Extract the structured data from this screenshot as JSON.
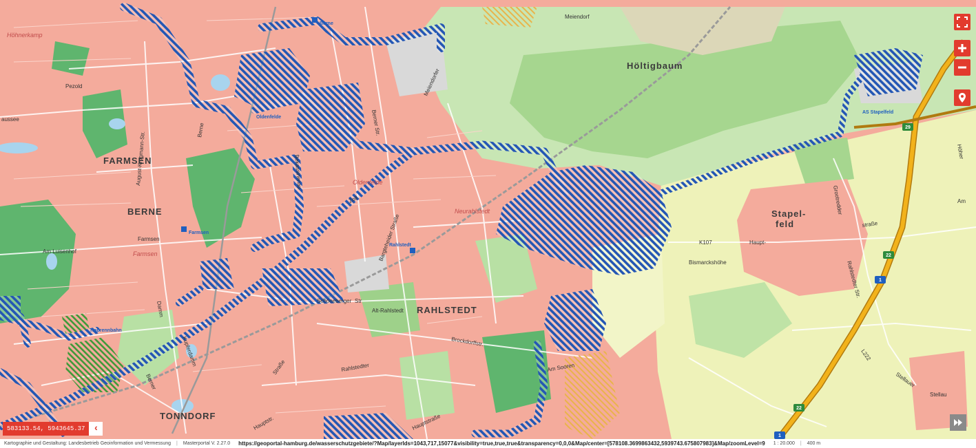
{
  "map": {
    "districts": [
      "FARMSEN",
      "BERNE",
      "RAHLSTEDT",
      "TONNDORF"
    ],
    "places": [
      "Höltigbaum",
      "Stapel-",
      "feld",
      "Bismarckshöhe",
      "Stellau",
      "Meiendorf",
      "Oldenfelde",
      "Neurahlstedt",
      "Farmsen",
      "Höhnerkamp",
      "Alt-Rahlstedt"
    ],
    "streets": [
      "Pezold",
      "aussee",
      "August-Krogmann-Str.",
      "Berne",
      "Am Luisenhof",
      "Berner",
      "Damm",
      "Kupferdamm",
      "Berner Str.",
      "Meiendorfer",
      "Bekassinenau",
      "Zoll",
      "Bargteheider Straße",
      "Straße",
      "Schöneberger",
      "Str",
      "Brockdorffstr.",
      "Rahlstedter",
      "Am Sooren",
      "Hauptstr.",
      "Hauptstraße",
      "K107",
      "Haupt-",
      "straße",
      "Grootredder",
      "Rahlstedter Str.",
      "L222",
      "Stellauer",
      "Höher",
      "Am",
      "Farmsen"
    ],
    "stations": [
      "Berne",
      "Oldenfelde",
      "Farmsen",
      "Rahlstedt",
      "Trabrennbahn",
      "AS Stapelfeld"
    ],
    "road_numbers": [
      "22",
      "1",
      "22",
      "1",
      "29"
    ]
  },
  "controls": {
    "fullscreen": "fullscreen-icon",
    "zoom_in": "plus-icon",
    "zoom_out": "minus-icon",
    "locate": "location-pin-icon",
    "forward": "double-chevron-right-icon"
  },
  "coordinates": "583133.54, 5943645.37",
  "footer": {
    "attribution": "Kartographie und Gestaltung: Landesbetrieb Geoinformation und Vermessung",
    "version": "Masterportal V. 2.27.0",
    "url": "https://geoportal-hamburg.de/wasserschutzgebiete/?Map/layerIds=1043,717,15077&visibility=true,true,true&transparency=0,0,0&Map/center=[578108.3699863432,5939743.675807983]&Map/zoomLevel=9",
    "scale": "1 : 20.000",
    "distance": "400 m"
  },
  "colors": {
    "urban": "#f4ab9c",
    "forest": "#5fb56e",
    "meadow": "#b8e0a4",
    "farmland": "#eef2b9",
    "water": "#a8d4ee",
    "hatch": "#2457b4",
    "motorway": "#f2b21b",
    "control": "#e23b2e"
  }
}
